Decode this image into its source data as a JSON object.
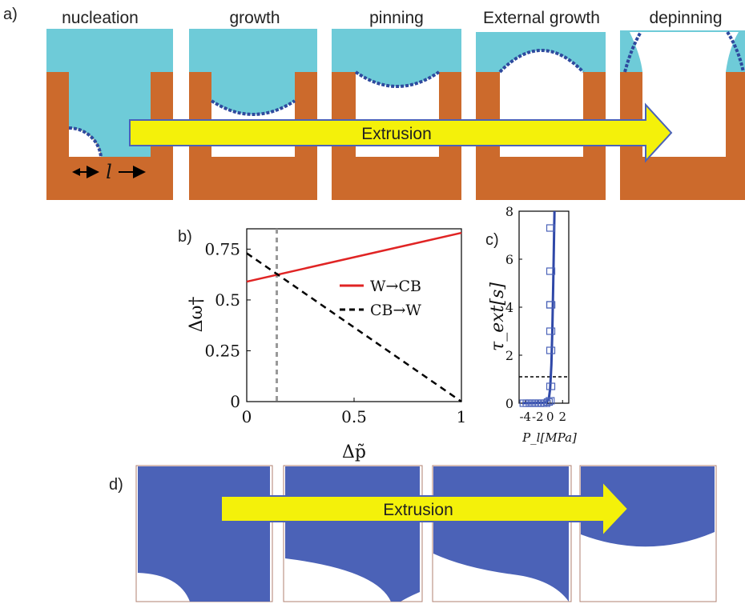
{
  "panel_a": {
    "label": "a)",
    "stages": [
      "nucleation",
      "growth",
      "pinning",
      "External growth",
      "depinning"
    ],
    "arrow_text": "Extrusion",
    "length_symbol": "l"
  },
  "panel_b": {
    "label": "b)"
  },
  "panel_c": {
    "label": "c)"
  },
  "panel_d": {
    "label": "d)",
    "arrow_text": "Extrusion"
  },
  "colors": {
    "liquid": "#6ecbd8",
    "solid": "#cc6a2c",
    "arrow": "#f4f10a",
    "blue": "#4b62b7",
    "red": "#e02424"
  },
  "chart_data": [
    {
      "type": "line",
      "panel": "b",
      "xlabel": "Δp̃",
      "ylabel": "Δω†",
      "xlim": [
        0,
        1
      ],
      "ylim": [
        0,
        0.85
      ],
      "xticks": [
        "0",
        "0.5",
        "1"
      ],
      "yticks": [
        "0",
        "0.25",
        "0.5",
        "0.75"
      ],
      "series": [
        {
          "name": "W→CB",
          "style": "solid",
          "color": "#e02424",
          "x": [
            0,
            1
          ],
          "y": [
            0.59,
            0.83
          ]
        },
        {
          "name": "CB→W",
          "style": "dashed",
          "color": "#000000",
          "x": [
            0,
            1
          ],
          "y": [
            0.73,
            0.0
          ]
        }
      ],
      "reference_line": {
        "orientation": "vertical",
        "x": 0.14,
        "style": "dashed",
        "color": "#999999"
      },
      "legend": "right"
    },
    {
      "type": "scatter",
      "panel": "c",
      "xlabel": "P_l[MPa]",
      "ylabel": "τ_ext[s]",
      "xlim": [
        -5,
        3
      ],
      "ylim": [
        0,
        8
      ],
      "xticks": [
        "-4",
        "-2",
        "0",
        "2"
      ],
      "yticks": [
        "0",
        "2",
        "4",
        "6",
        "8"
      ],
      "points": {
        "x": [
          -4.2,
          -3.7,
          -3.2,
          -2.7,
          -2.2,
          -1.7,
          -1.2,
          -0.7,
          -0.3,
          0.0,
          0.1,
          0.1,
          0.1,
          0.1,
          0.1,
          0.1,
          0.1
        ],
        "y": [
          0.0,
          0.0,
          0.0,
          0.0,
          0.0,
          0.0,
          0.0,
          0.0,
          0.05,
          0.1,
          0.7,
          2.2,
          3.0,
          4.1,
          4.1,
          5.5,
          7.3
        ]
      },
      "fit_curve": {
        "x": [
          -4.5,
          -1.0,
          -0.5,
          -0.2,
          0.0,
          0.2,
          0.35,
          0.5,
          0.6,
          0.7
        ],
        "y": [
          0.0,
          0.02,
          0.06,
          0.2,
          0.6,
          1.6,
          3.0,
          5.0,
          6.5,
          8.0
        ]
      },
      "threshold_line": {
        "y": 1.1,
        "style": "dashed"
      }
    }
  ]
}
